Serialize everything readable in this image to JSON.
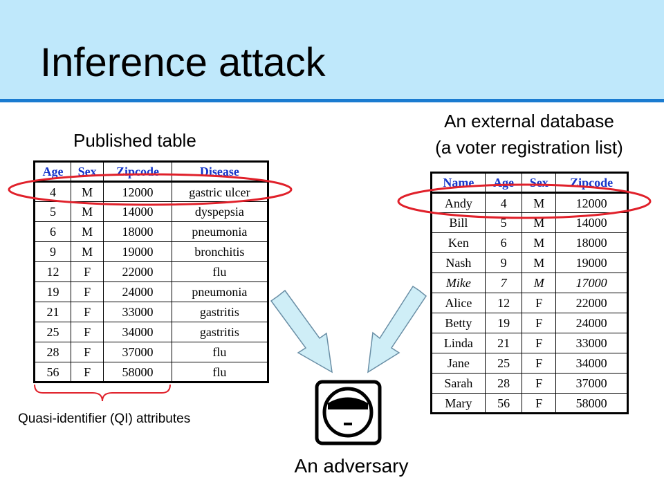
{
  "slide": {
    "title": "Inference attack"
  },
  "published": {
    "caption": "Published table",
    "headers": [
      "Age",
      "Sex",
      "Zipcode",
      "Disease"
    ],
    "rows": [
      [
        "4",
        "M",
        "12000",
        "gastric ulcer"
      ],
      [
        "5",
        "M",
        "14000",
        "dyspepsia"
      ],
      [
        "6",
        "M",
        "18000",
        "pneumonia"
      ],
      [
        "9",
        "M",
        "19000",
        "bronchitis"
      ],
      [
        "12",
        "F",
        "22000",
        "flu"
      ],
      [
        "19",
        "F",
        "24000",
        "pneumonia"
      ],
      [
        "21",
        "F",
        "33000",
        "gastritis"
      ],
      [
        "25",
        "F",
        "34000",
        "gastritis"
      ],
      [
        "28",
        "F",
        "37000",
        "flu"
      ],
      [
        "56",
        "F",
        "58000",
        "flu"
      ]
    ]
  },
  "external": {
    "caption_line1": "An external database",
    "caption_line2": "(a voter registration list)",
    "headers": [
      "Name",
      "Age",
      "Sex",
      "Zipcode"
    ],
    "rows": [
      [
        "Andy",
        "4",
        "M",
        "12000"
      ],
      [
        "Bill",
        "5",
        "M",
        "14000"
      ],
      [
        "Ken",
        "6",
        "M",
        "18000"
      ],
      [
        "Nash",
        "9",
        "M",
        "19000"
      ],
      [
        "Mike",
        "7",
        "M",
        "17000"
      ],
      [
        "Alice",
        "12",
        "F",
        "22000"
      ],
      [
        "Betty",
        "19",
        "F",
        "24000"
      ],
      [
        "Linda",
        "21",
        "F",
        "33000"
      ],
      [
        "Jane",
        "25",
        "F",
        "34000"
      ],
      [
        "Sarah",
        "28",
        "F",
        "37000"
      ],
      [
        "Mary",
        "56",
        "F",
        "58000"
      ]
    ],
    "italic_row_index": 4
  },
  "qi_label": "Quasi-identifier (QI) attributes",
  "adversary_label": "An adversary",
  "colors": {
    "title_band": "#bfe8fb",
    "title_rule": "#1a7bd0",
    "header_text": "#1636c9",
    "highlight_ellipse": "#e0202a",
    "qi_brace": "#e0202a",
    "arrow_fill": "#cfeef7",
    "arrow_stroke": "#6a8fa6"
  },
  "icons": [
    "adversary-face-icon"
  ]
}
